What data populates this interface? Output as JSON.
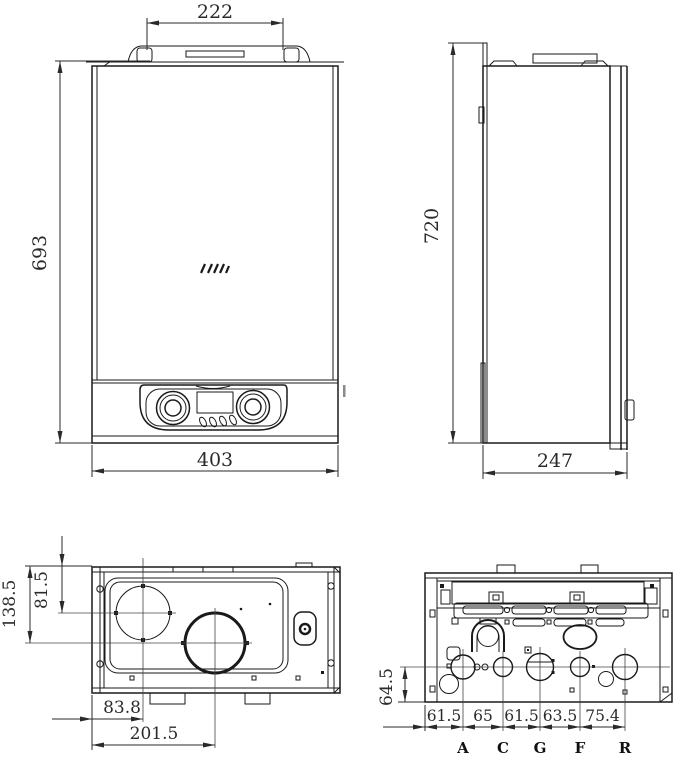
{
  "drawing": {
    "accent_line_color": "#1a1a1a",
    "background_color": "#ffffff",
    "dims": {
      "front": {
        "bracket_width": "222",
        "height": "693",
        "width": "403"
      },
      "side": {
        "height": "720",
        "depth": "247"
      },
      "top": {
        "flue_center_from_edge": "138.5",
        "intake_center_from_edge": "81.5",
        "intake_center_from_left": "83.8",
        "flue_center_from_left": "201.5"
      },
      "bottom": {
        "pipe_center_height": "64.5",
        "pipe_spacings": [
          "61.5",
          "65",
          "61.5",
          "63.5",
          "75.4"
        ],
        "pipe_labels": [
          "A",
          "C",
          "G",
          "F",
          "R"
        ]
      }
    }
  }
}
